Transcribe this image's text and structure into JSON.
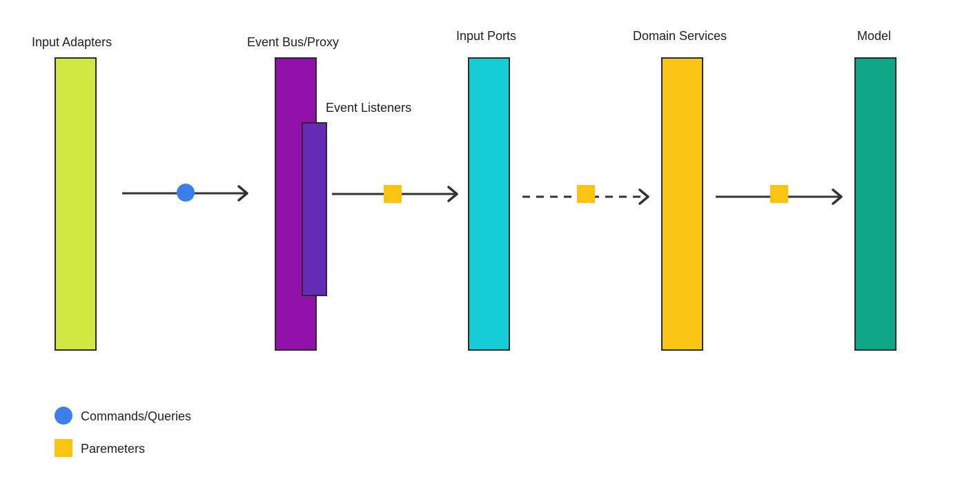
{
  "layers": {
    "input_adapters": {
      "label": "Input Adapters",
      "color": "#d0e842"
    },
    "event_bus": {
      "label": "Event Bus/Proxy",
      "color": "#9110aa"
    },
    "event_listeners": {
      "label": "Event Listeners",
      "color": "#662bb5"
    },
    "input_ports": {
      "label": "Input Ports",
      "color": "#14cdd4"
    },
    "domain_services": {
      "label": "Domain Services",
      "color": "#f9c512"
    },
    "model": {
      "label": "Model",
      "color": "#0ea686"
    }
  },
  "flows": [
    {
      "from": "Input Adapters",
      "to": "Event Bus/Proxy",
      "marker": "circle",
      "style": "solid"
    },
    {
      "from": "Event Listeners",
      "to": "Input Ports",
      "marker": "square",
      "style": "solid"
    },
    {
      "from": "Input Ports",
      "to": "Domain Services",
      "marker": "square",
      "style": "dashed"
    },
    {
      "from": "Domain Services",
      "to": "Model",
      "marker": "square",
      "style": "solid"
    }
  ],
  "legend": {
    "commands": {
      "label": "Commands/Queries",
      "shape": "circle",
      "color": "#3a80e8"
    },
    "parameters": {
      "label": "Paremeters",
      "shape": "square",
      "color": "#f9c512"
    }
  }
}
